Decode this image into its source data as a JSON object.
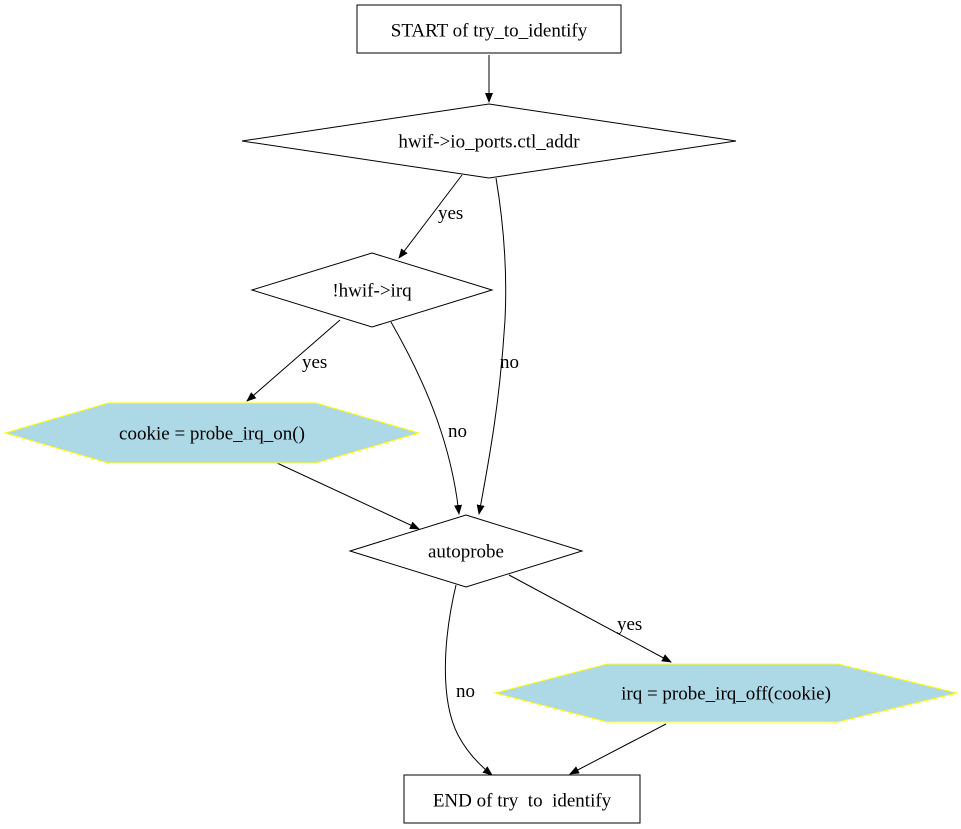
{
  "diagram": {
    "colors": {
      "process_fill": "#add8e6",
      "process_stroke": "#ffff00",
      "default_fill": "#ffffff",
      "line": "#000000"
    },
    "nodes": {
      "start": {
        "label": "START of try_to_identify",
        "shape": "box"
      },
      "cond_ctl_addr": {
        "label": "hwif->io_ports.ctl_addr",
        "shape": "diamond"
      },
      "cond_irq": {
        "label": "!hwif->irq",
        "shape": "diamond"
      },
      "cookie": {
        "label": "cookie = probe_irq_on()",
        "shape": "hexagon"
      },
      "autoprobe": {
        "label": "autoprobe",
        "shape": "diamond"
      },
      "irq_off": {
        "label": "irq = probe_irq_off(cookie)",
        "shape": "hexagon"
      },
      "end": {
        "label": "END of try  to  identify",
        "shape": "box"
      }
    },
    "edges": {
      "start_to_ctl": {
        "from": "start",
        "to": "cond_ctl_addr",
        "label": ""
      },
      "ctl_yes": {
        "from": "cond_ctl_addr",
        "to": "cond_irq",
        "label": "yes"
      },
      "ctl_no": {
        "from": "cond_ctl_addr",
        "to": "autoprobe",
        "label": "no"
      },
      "irq_yes": {
        "from": "cond_irq",
        "to": "cookie",
        "label": "yes"
      },
      "irq_no": {
        "from": "cond_irq",
        "to": "autoprobe",
        "label": "no"
      },
      "cookie_to_autoprobe": {
        "from": "cookie",
        "to": "autoprobe",
        "label": ""
      },
      "autoprobe_yes": {
        "from": "autoprobe",
        "to": "irq_off",
        "label": "yes"
      },
      "autoprobe_no": {
        "from": "autoprobe",
        "to": "end",
        "label": "no"
      },
      "irq_off_to_end": {
        "from": "irq_off",
        "to": "end",
        "label": ""
      }
    }
  }
}
